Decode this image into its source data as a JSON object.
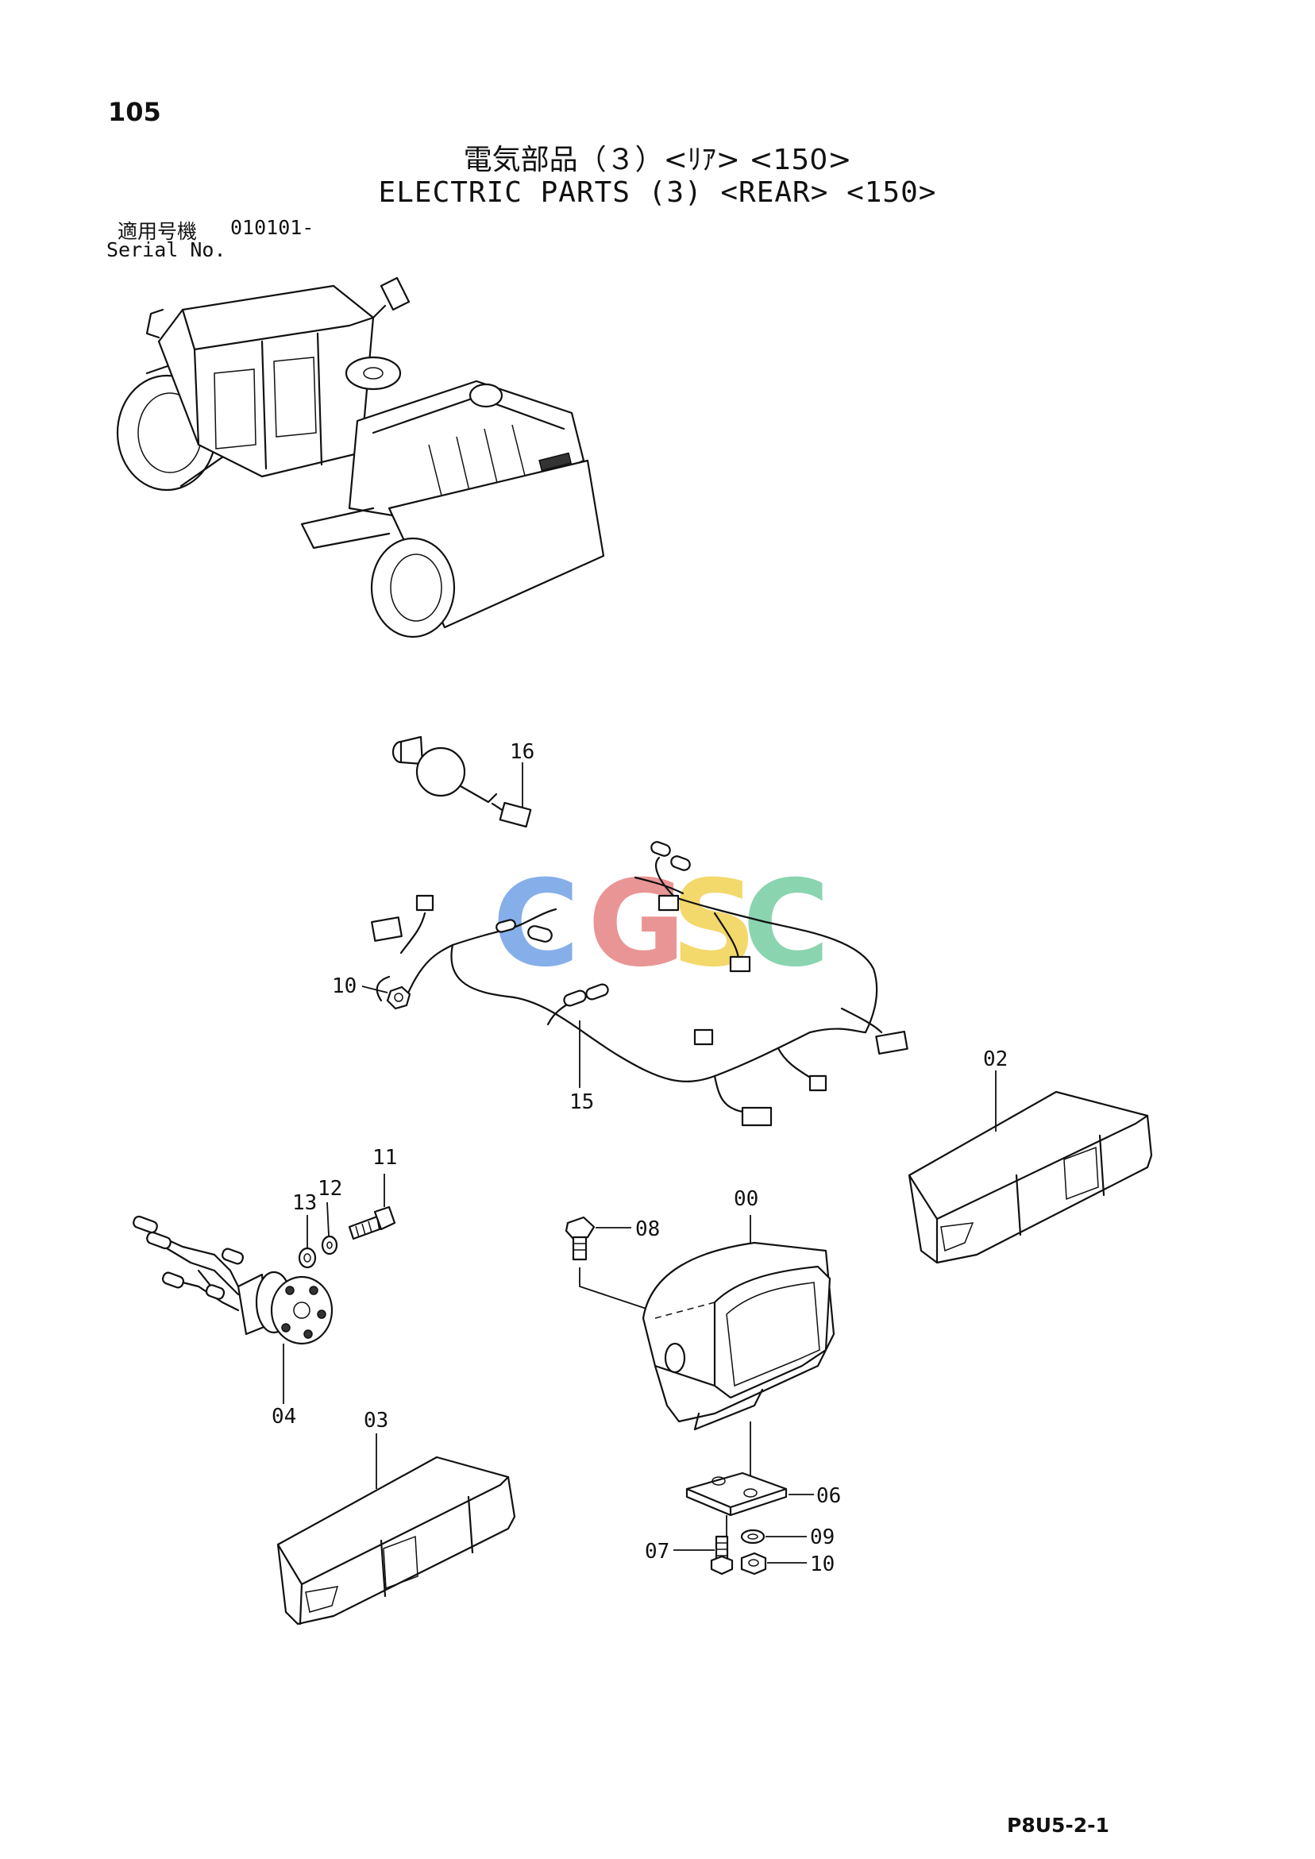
{
  "header": {
    "page_number": "105",
    "title_jp": "電気部品（３）<ﾘｱ> <150>",
    "title_en": "ELECTRIC PARTS (3) <REAR> <150>",
    "serial_label_jp": "適用号機",
    "serial_code": "010101-",
    "serial_label_en": "Serial No."
  },
  "watermark": {
    "letters": [
      "C",
      "G",
      "S",
      "C"
    ],
    "colors": [
      "#7aa7e8",
      "#e88a8a",
      "#f2d45c",
      "#7fd0a8"
    ]
  },
  "callouts": {
    "c00": "00",
    "c02": "02",
    "c03": "03",
    "c04": "04",
    "c06": "06",
    "c07": "07",
    "c08": "08",
    "c09": "09",
    "c10a": "10",
    "c10b": "10",
    "c11": "11",
    "c12": "12",
    "c13": "13",
    "c15": "15",
    "c16": "16"
  },
  "footer": {
    "code": "P8U5-2-1"
  }
}
